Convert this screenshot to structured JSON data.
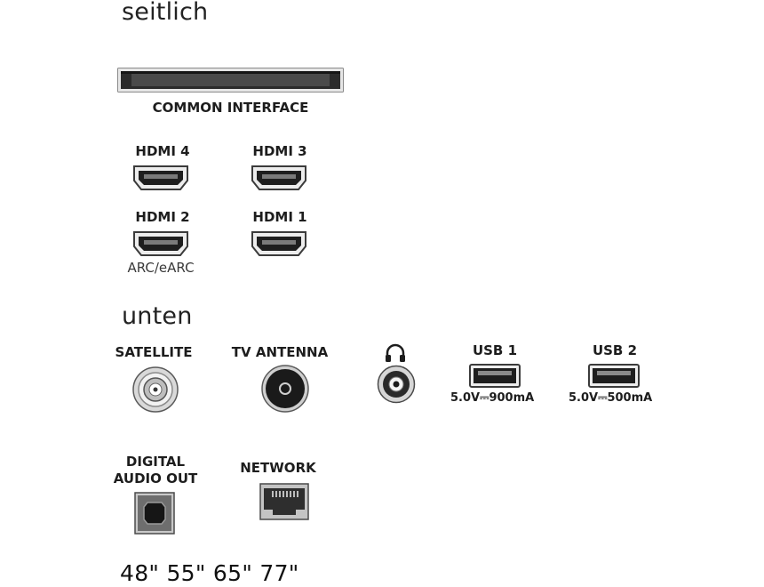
{
  "sections": {
    "side": "seitlich",
    "bottom": "unten"
  },
  "side_ports": {
    "common_interface": "COMMON INTERFACE",
    "hdmi4": "HDMI 4",
    "hdmi3": "HDMI 3",
    "hdmi2": "HDMI 2",
    "hdmi2_sub": "ARC/eARC",
    "hdmi1": "HDMI 1"
  },
  "bottom_ports": {
    "satellite": "SATELLITE",
    "tv_antenna": "TV ANTENNA",
    "headphones_icon": "headphones-icon",
    "usb1": "USB 1",
    "usb1_rating": "5.0V⎓900mA",
    "usb2": "USB 2",
    "usb2_rating": "5.0V⎓500mA",
    "digital_audio_line1": "DIGITAL",
    "digital_audio_line2": "AUDIO OUT",
    "network": "NETWORK"
  },
  "sizes": "48\" 55\" 65\" 77\""
}
